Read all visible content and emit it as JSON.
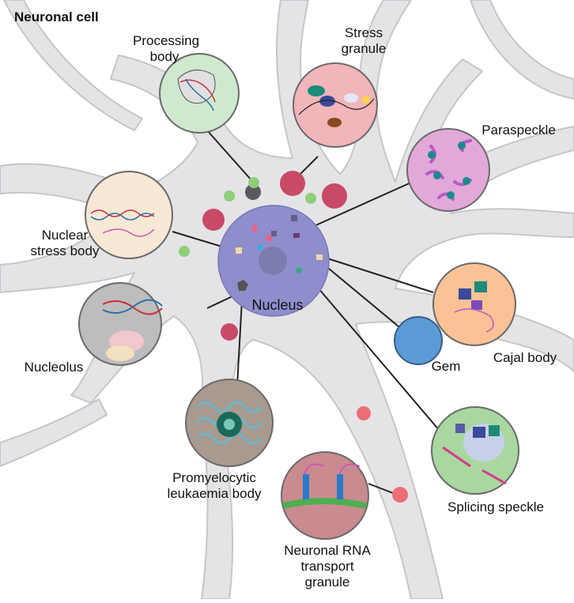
{
  "title": "Neuronal cell",
  "labels": {
    "processing_body": "Processing\nbody",
    "stress_granule": "Stress\ngranule",
    "paraspeckle": "Paraspeckle",
    "nuclear_stress_body": "Nuclear\nstress body",
    "nucleolus": "Nucleolus",
    "nucleus": "Nucleus",
    "gem": "Gem",
    "cajal_body": "Cajal body",
    "splicing_speckle": "Splicing speckle",
    "pml_body": "Promyelocytic\nleukaemia body",
    "rna_transport_granule": "Neuronal RNA\ntransport\ngranule"
  },
  "colors": {
    "cell_fill": "#e4e4e6",
    "cell_stroke": "#c8c8cc",
    "nucleus": "#8e8ecc",
    "nucleolus_inner": "#7c7cae",
    "stress_granule": "#c84a66",
    "processing_body": "#5a5a5e",
    "green_granule": "#8fcf7c",
    "transport_granule": "#ec6f77",
    "gem": "#5b9bd5"
  }
}
